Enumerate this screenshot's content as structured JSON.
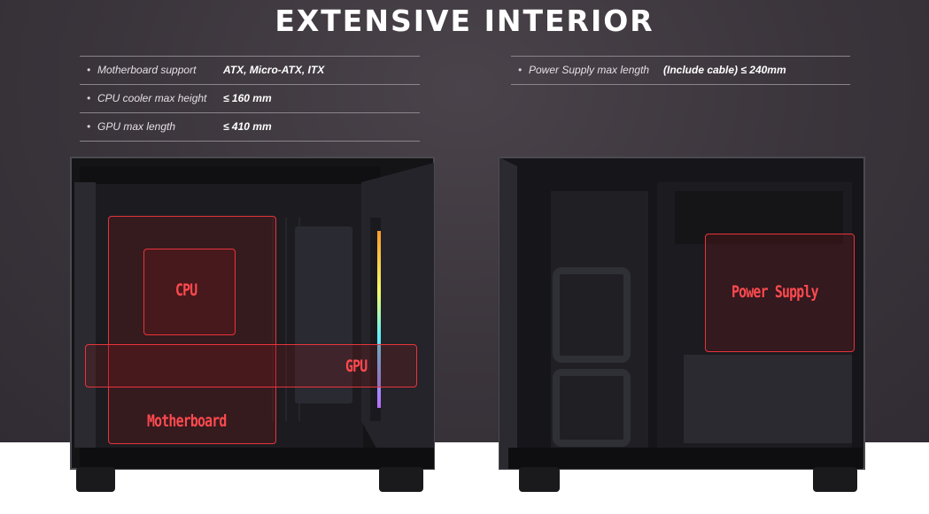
{
  "page": {
    "title": "EXTENSIVE INTERIOR"
  },
  "specs_left": [
    {
      "label": "Motherboard support",
      "value": "ATX, Micro-ATX, ITX"
    },
    {
      "label": "CPU cooler max height",
      "value": "≤ 160 mm"
    },
    {
      "label": "GPU max length",
      "value": "≤ 410 mm"
    }
  ],
  "specs_right": [
    {
      "label": "Power Supply max length",
      "value": "(Include cable) ≤ 240mm"
    }
  ],
  "bullet": "•",
  "callouts": {
    "cpu": "CPU",
    "gpu": "GPU",
    "motherboard": "Motherboard",
    "power_supply": "Power Supply"
  },
  "colors": {
    "background": "#3a343b",
    "highlight": "#e8343c",
    "label": "#ff4a4f"
  }
}
